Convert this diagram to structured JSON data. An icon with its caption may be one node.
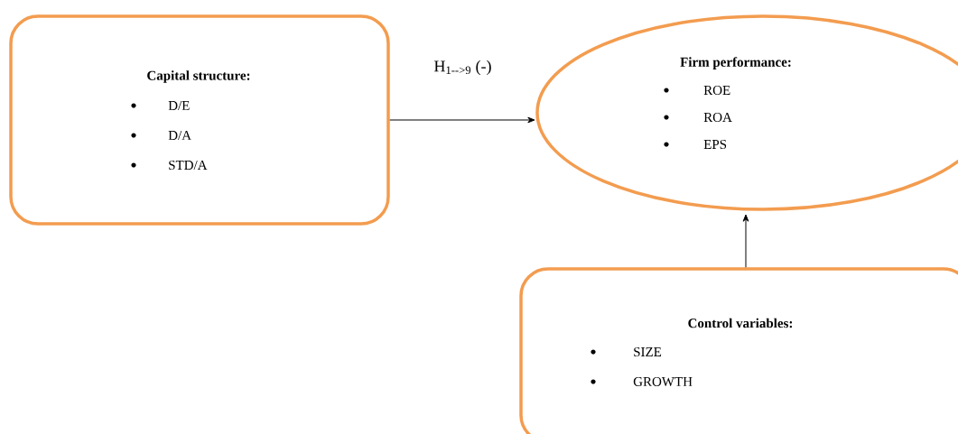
{
  "diagram": {
    "nodes": [
      {
        "text": [
          "Capital structure:",
          "D/E",
          "D/A",
          "STD/A"
        ]
      },
      {
        "text": [
          "Firm performance:",
          "ROE",
          "ROA",
          "EPS"
        ]
      },
      {
        "text": [
          "Control variables:",
          "SIZE",
          "GROWTH"
        ]
      }
    ],
    "edges": [
      {
        "from": 0,
        "to": 1,
        "arrow": "to",
        "label": "H$_{1-->9}$ (-)"
      },
      {
        "from": 2,
        "to": 1,
        "arrow": "to"
      }
    ]
  }
}
